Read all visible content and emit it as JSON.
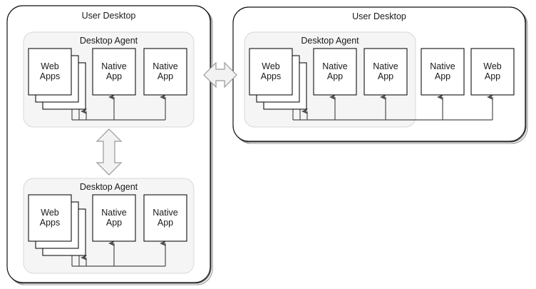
{
  "diagram": {
    "title_text": "User Desktop",
    "agent_title_text": "Desktop Agent",
    "colors": {
      "panel_stroke": "#000000",
      "panel_fill": "#ffffff",
      "agent_stroke": "#d4d4d4",
      "agent_fill": "#f5f5f5",
      "box_stroke": "#000000",
      "box_fill": "#ffffff",
      "connector_stroke": "#999999",
      "connector_fill": "#f2f2f2",
      "arrow_line": "#4d4d4d",
      "text": "#1a1a1a"
    },
    "panels": [
      {
        "name": "left-user-desktop",
        "title": "User Desktop",
        "agents": [
          {
            "name": "top-left-desktop-agent",
            "title": "Desktop Agent",
            "apps": [
              {
                "label": "Web\nApps",
                "type": "web-apps-stack",
                "stacked": true,
                "copies": 3
              },
              {
                "label": "Native\nApp",
                "type": "native-app",
                "stacked": false,
                "copies": 1
              },
              {
                "label": "Native\nApp",
                "type": "native-app",
                "stacked": false,
                "copies": 1
              }
            ]
          },
          {
            "name": "bottom-left-desktop-agent",
            "title": "Desktop Agent",
            "apps": [
              {
                "label": "Web\nApps",
                "type": "web-apps-stack",
                "stacked": true,
                "copies": 3
              },
              {
                "label": "Native\nApp",
                "type": "native-app",
                "stacked": false,
                "copies": 1
              },
              {
                "label": "Native\nApp",
                "type": "native-app",
                "stacked": false,
                "copies": 1
              }
            ]
          }
        ],
        "standalone_apps": []
      },
      {
        "name": "right-user-desktop",
        "title": "User Desktop",
        "agents": [
          {
            "name": "right-desktop-agent",
            "title": "Desktop Agent",
            "apps": [
              {
                "label": "Web\nApps",
                "type": "web-apps-stack",
                "stacked": true,
                "copies": 3
              },
              {
                "label": "Native\nApp",
                "type": "native-app",
                "stacked": false,
                "copies": 1
              },
              {
                "label": "Native\nApp",
                "type": "native-app",
                "stacked": false,
                "copies": 1
              }
            ]
          }
        ],
        "standalone_apps": [
          {
            "label": "Native\nApp",
            "type": "native-app"
          },
          {
            "label": "Web\nApp",
            "type": "web-app"
          }
        ]
      }
    ],
    "connectors": [
      {
        "name": "horizontal-double-arrow",
        "orientation": "horizontal",
        "between": [
          "left-user-desktop",
          "right-user-desktop"
        ]
      },
      {
        "name": "vertical-double-arrow",
        "orientation": "vertical",
        "between": [
          "top-left-desktop-agent",
          "bottom-left-desktop-agent"
        ]
      }
    ],
    "labels": {
      "web_apps": "Web Apps",
      "native_app": "Native App",
      "web_app": "Web App"
    }
  }
}
